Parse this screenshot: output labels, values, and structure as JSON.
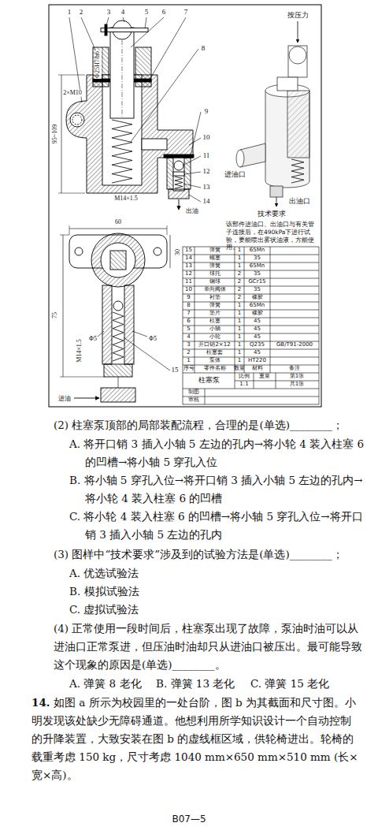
{
  "diagram": {
    "labels": [
      "1",
      "2",
      "3",
      "4",
      "5",
      "6",
      "7",
      "8",
      "9",
      "10",
      "11",
      "12",
      "13",
      "14",
      "95~109",
      "2×M10",
      "Φ25H7/h6",
      "M14×1.5",
      "出油",
      "按压力",
      "进油口",
      "出油口",
      "技术要求",
      "该部件进油口、出油口与有关管子连接后，在490kPa下进行试验，要能喷出雾状油液，方能使用。",
      "60",
      "30",
      "75",
      "M14×1.5",
      "Φ5",
      "Φ5",
      "15",
      "进油",
      "15",
      "弹簧",
      "1",
      "65Mn",
      "14",
      "螺塞",
      "1",
      "35",
      "13",
      "弹簧",
      "1",
      "65Mn",
      "12",
      "球托",
      "2",
      "35",
      "11",
      "钢球",
      "2",
      "GCr15",
      "10",
      "单向阀体",
      "2",
      "35",
      "9",
      "衬垫",
      "2",
      "橡胶",
      "8",
      "弹簧",
      "1",
      "65Mn",
      "7",
      "垫片",
      "1",
      "橡胶",
      "6",
      "柱塞",
      "1",
      "45",
      "5",
      "小轴",
      "1",
      "45",
      "4",
      "小轮",
      "1",
      "45",
      "3",
      "开口销2×12",
      "1",
      "Q235",
      "GB/T91-2000",
      "2",
      "柱塞套",
      "1",
      "45",
      "1",
      "泵体",
      "1",
      "HT220",
      "序号",
      "零件名称",
      "数量",
      "材料",
      "备注",
      "柱塞泵",
      "比例",
      "重量",
      "第1张",
      "1:1",
      "共1张",
      "制图",
      "审核",
      "(2) 柱塞泵顶部的局部装配流程，合理的是(单选)________；",
      "A. 将开口销 3 插入小轴 5 左边的孔内→将小轮 4 装入柱塞 6 的凹槽→将小轴 5 穿孔入位",
      "B. 将小轴 5 穿孔入位→将开口销 3 插入小轴 5 左边的孔内→将小轮 4 装入柱塞 6 的凹槽",
      "C. 将小轮 4 装入柱塞 6 的凹槽→将小轴 5 穿孔入位→将开口销 3 插入小轴 5 左边的孔内",
      "(3) 图样中“技术要求”涉及到的试验方法是(单选)________；",
      "A. 优选试验法",
      "B. 模拟试验法",
      "C. 虚拟试验法",
      "(4) 正常使用一段时间后，柱塞泵出现了故障，泵油时油可以从进油口正常泵进，但压油时油却只从进油口被压出。最可能导致这个现象的原因是(单选)________。",
      "A. 弹簧 8 老化",
      "B. 弹簧 13 老化",
      "C. 弹簧 15 老化",
      "14.",
      "如图 a 所示为校园里的一处台阶，图 b 为其截面和尺寸图。小明发现该处缺少无障碍通道。他想利用所学知识设计一个自动控制的升降装置，大致安装在图 b 的虚线框区域，供轮椅进出。轮椅的载重考虑 150 kg，尺寸考虑 1040 mm×650 mm×510 mm (长×宽×高)。",
      "B07—5"
    ]
  }
}
